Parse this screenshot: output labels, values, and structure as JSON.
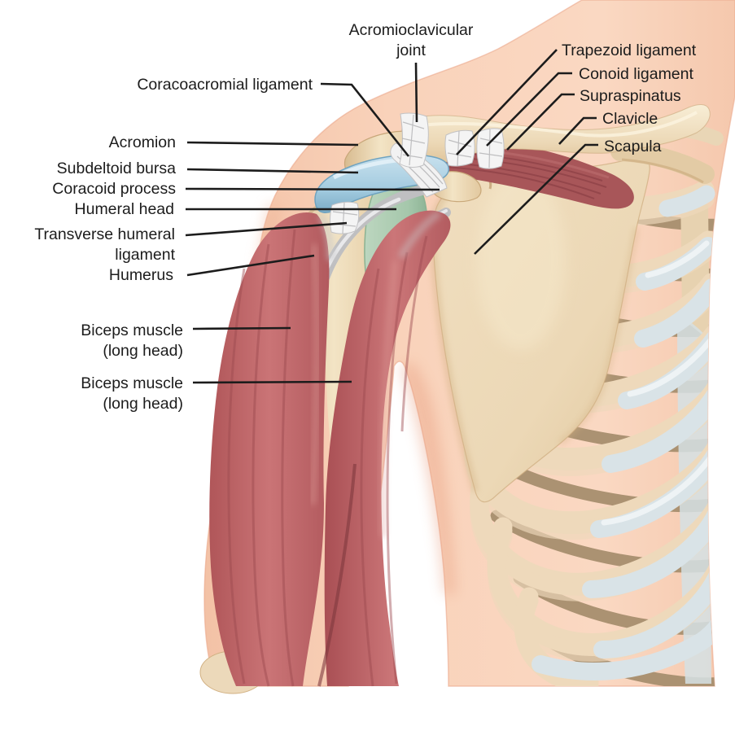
{
  "figure": {
    "type": "anatomical-diagram",
    "subject": "Shoulder joint anatomy, anterior view (biceps, ligaments, bursa, rib cage)",
    "background": "#ffffff",
    "labels": {
      "acromioclavicular_joint": "Acromioclavicular\njoint",
      "coracoacromial_ligament": "Coracoacromial ligament",
      "acromion": "Acromion",
      "subdeltoid_bursa": "Subdeltoid bursa",
      "coracoid_process": "Coracoid process",
      "humeral_head": "Humeral head",
      "transverse_humeral_ligament": "Transverse humeral\nligament",
      "humerus": "Humerus",
      "biceps_long_head_1": "Biceps muscle\n(long head)",
      "biceps_long_head_2": "Biceps muscle\n(long head)",
      "trapezoid_ligament": "Trapezoid ligament",
      "conoid_ligament": "Conoid ligament",
      "supraspinatus": "Supraspinatus",
      "clavicle": "Clavicle",
      "scapula": "Scapula"
    },
    "colors": {
      "skin": "#f8cfb6",
      "bone": "#ead6b6",
      "dark_rib": "#ab9272",
      "rib_cartilage": "#d9e3e7",
      "muscle_red": "#c26a6c",
      "supraspinatus_red": "#a85659",
      "bursa_blue": "#abd0e2",
      "humeral_cartilage_green": "#aecdb3",
      "tendon_gray": "#c4c4c6",
      "ligament_white": "#f4f4f4",
      "leader_line": "#1c1c1c",
      "text": "#1c1c1c"
    }
  }
}
